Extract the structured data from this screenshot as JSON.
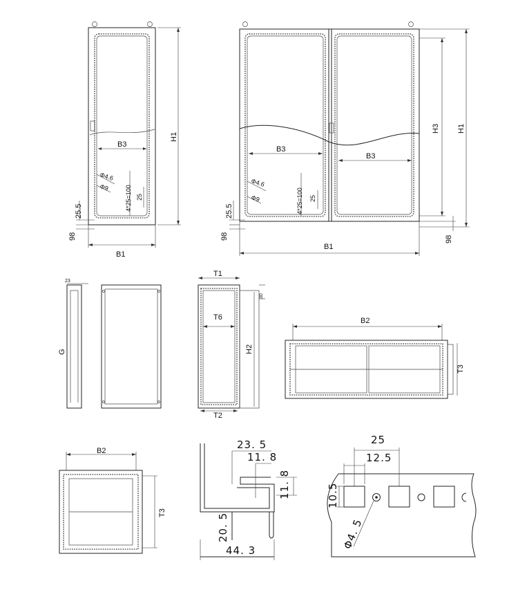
{
  "colors": {
    "line": "#222222",
    "background": "#ffffff"
  },
  "single_cabinet": {
    "width_label": "B1",
    "height_label": "H1",
    "inner_width_label": "B3",
    "hole_dia_label": "Φ4.6",
    "hole_dia2_label": "Φ9",
    "pitch_label": "4*25=100",
    "spacing_label": "25",
    "offset_label": "25.5",
    "base_label": "98"
  },
  "double_cabinet": {
    "width_label": "B1",
    "height_label": "H1",
    "height3_label": "H3",
    "inner_width_left_label": "B3",
    "inner_width_right_label": "B3",
    "hole_dia_label": "Φ4.6",
    "hole_dia2_label": "Φ9",
    "pitch_label": "4*25=100",
    "spacing_label": "25",
    "offset_label": "25.5",
    "base_label": "98"
  },
  "side_panel": {
    "thickness_label": "23",
    "height_label": "G"
  },
  "frame_section": {
    "top_label": "T1",
    "inner_label": "T6",
    "bottom_label": "T2",
    "height_label": "H2",
    "edge_label": "30"
  },
  "top_view_wide": {
    "width_label": "B2",
    "depth_label": "T3"
  },
  "top_view_square": {
    "width_label": "B2",
    "depth_label": "T3"
  },
  "profile": {
    "w1": "23. 5",
    "w2": "11. 8",
    "h1": "11. 8",
    "h2": "20. 5",
    "total": "44. 3"
  },
  "perforation": {
    "pitch_label": "25",
    "half_pitch_label": "12.5",
    "square_label": "10.5",
    "hole_label": "Φ4. 5"
  }
}
